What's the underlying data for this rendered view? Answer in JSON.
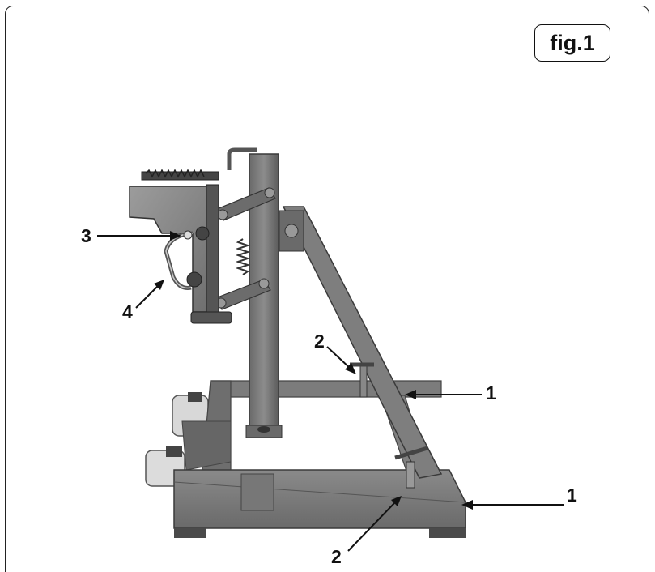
{
  "figure": {
    "label": "fig.1"
  },
  "callouts": {
    "c1_upper": "1",
    "c1_lower": "1",
    "c2_upper": "2",
    "c2_lower": "2",
    "c3": "3",
    "c4": "4"
  },
  "colors": {
    "frame": "#222222",
    "metal_dark": "#5a5a5a",
    "metal_mid": "#7a7a7a",
    "metal_light": "#9a9a9a"
  }
}
